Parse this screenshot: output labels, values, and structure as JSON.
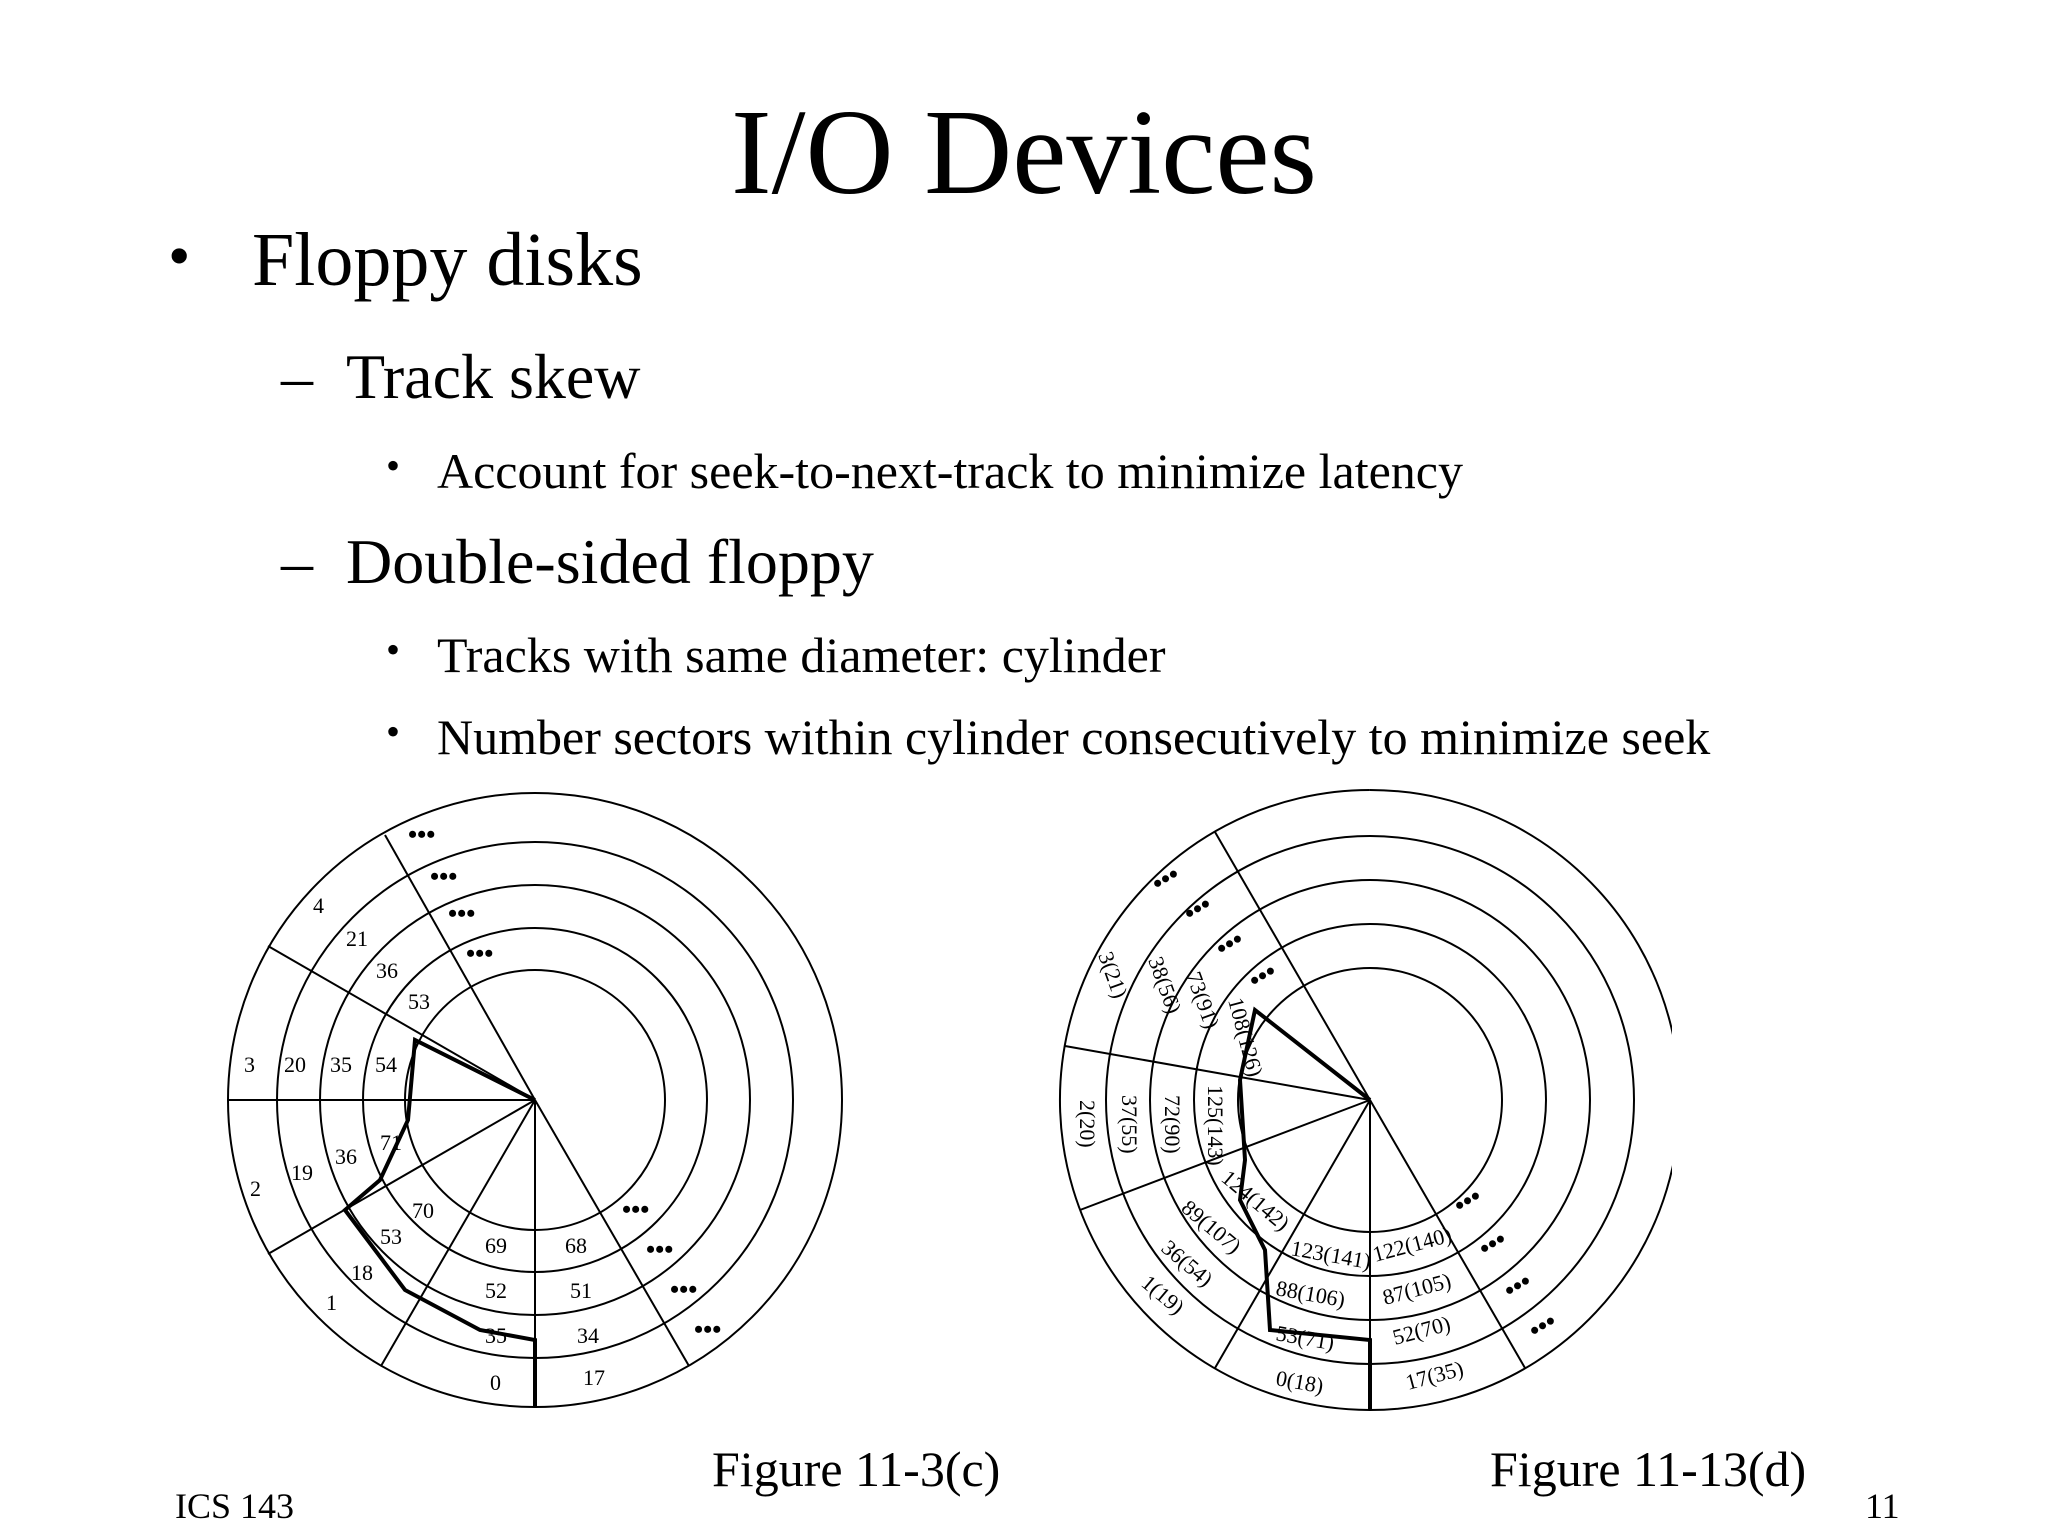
{
  "slide": {
    "title": "I/O Devices",
    "bullet1": "Floppy disks",
    "sub1": "Track skew",
    "sub1_point1": "Account for seek-to-next-track to minimize latency",
    "sub2": "Double-sided floppy",
    "sub2_point1": "Tracks with same diameter: cylinder",
    "sub2_point2": "Number sectors within cylinder consecutively to minimize seek",
    "bullet_mark": "•",
    "dash_mark": "–"
  },
  "figure_left": {
    "caption": "Figure 11-3(c)",
    "labels": [
      "4",
      "21",
      "36",
      "53",
      "3",
      "20",
      "35",
      "54",
      "2",
      "19",
      "36",
      "71",
      "70",
      "53",
      "18",
      "1",
      "69",
      "68",
      "52",
      "51",
      "35",
      "34",
      "0",
      "17"
    ],
    "ellipsis": "•••"
  },
  "figure_right": {
    "caption": "Figure 11-13(d)",
    "labels": [
      "3(21)",
      "38(56)",
      "73(91)",
      "108(126)",
      "2(20)",
      "37(55)",
      "72(90)",
      "125(143)",
      "124(142)",
      "89(107)",
      "36(54)",
      "1(19)",
      "123(141)",
      "122(140)",
      "88(106)",
      "87(105)",
      "53(71)",
      "52(70)",
      "0(18)",
      "17(35)"
    ],
    "ellipsis": "•••"
  },
  "footer": {
    "course": "ICS 143",
    "page": "11"
  }
}
